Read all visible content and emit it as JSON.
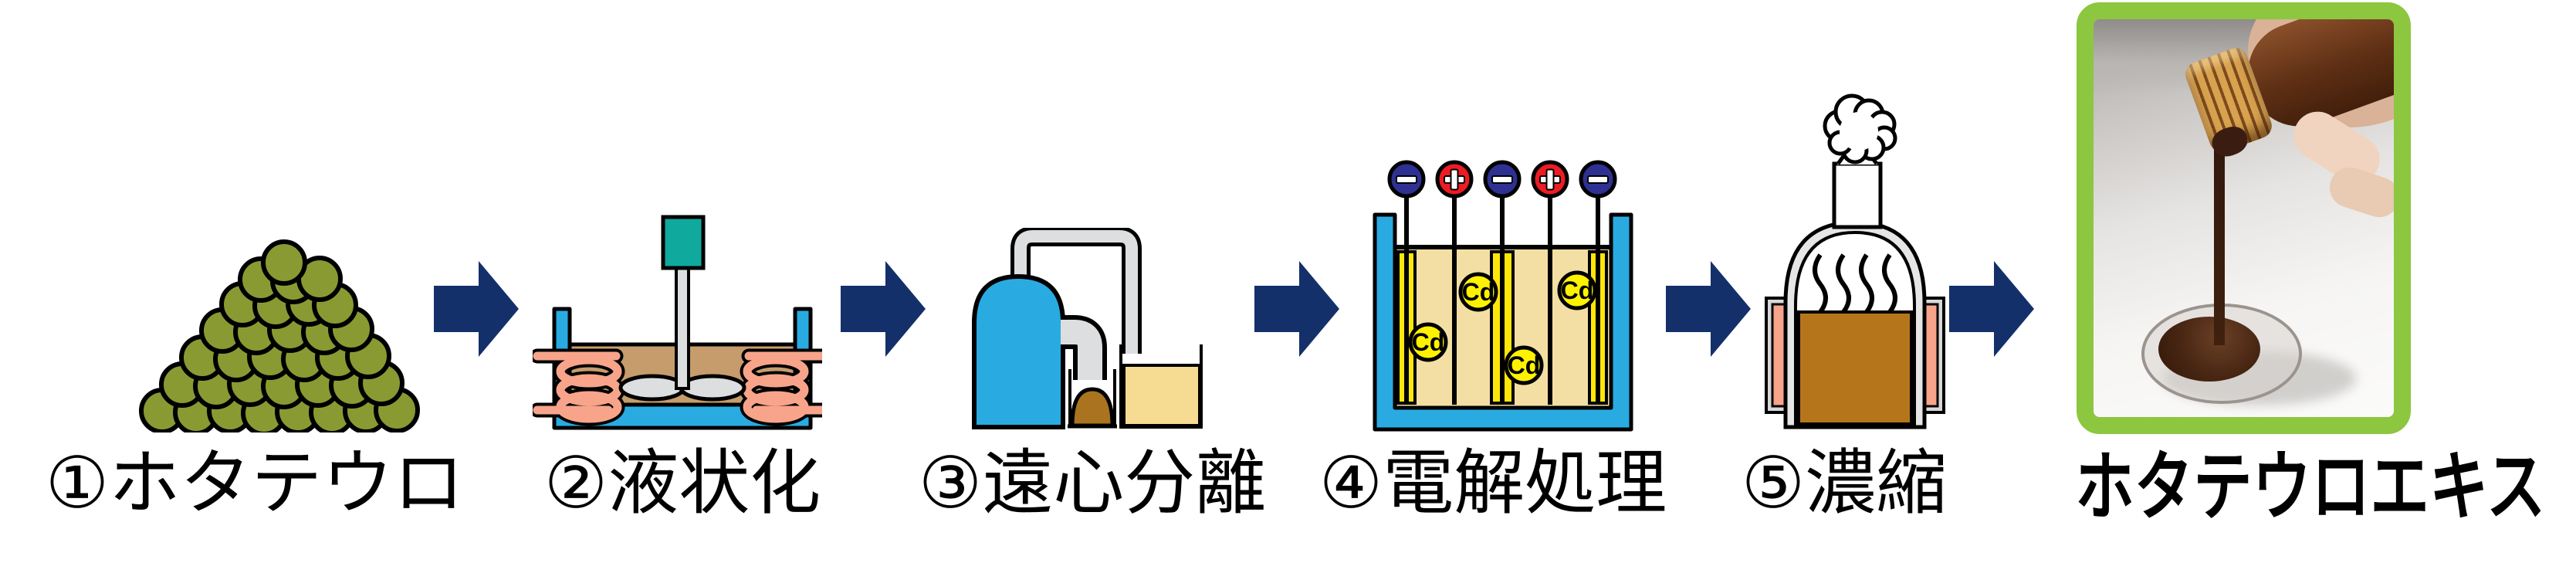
{
  "process": {
    "title_implicit": "",
    "steps": [
      {
        "label": "①ホタテウロ",
        "icon": "scallop-viscera-pile-icon"
      },
      {
        "label": "②液状化",
        "icon": "heated-stirring-tank-icon"
      },
      {
        "label": "③遠心分離",
        "icon": "centrifugal-separator-icon"
      },
      {
        "label": "④電解処理",
        "icon": "electrolysis-bath-icon"
      },
      {
        "label": "⑤濃縮",
        "icon": "evaporator-icon"
      }
    ],
    "result_label": "ホタテウロエキス",
    "electrolysis": {
      "ion_label": "Cd",
      "electrode_signs": [
        "−",
        "+",
        "−",
        "+",
        "−"
      ]
    },
    "flow_arrow_icon": "right-arrow-icon",
    "result_photo_icon": "extract-pouring-photo"
  },
  "colors": {
    "navy": "#14306B",
    "blue": "#29ABE2",
    "tan": "#C69C6D",
    "broth": "#F3DFA3",
    "salmon": "#F7A48B",
    "teal": "#0FA99E",
    "steel": "#DDDEDF",
    "olive": "#8A9A33",
    "eneg": "#2E3192",
    "epos": "#ED1C24",
    "ion": "#FFF200",
    "ionstrip": "#FFE60A",
    "sludge": "#A9731F",
    "cupliquid": "#F5DC92",
    "syrup": "#B5761B",
    "green": "#8DC63F"
  }
}
